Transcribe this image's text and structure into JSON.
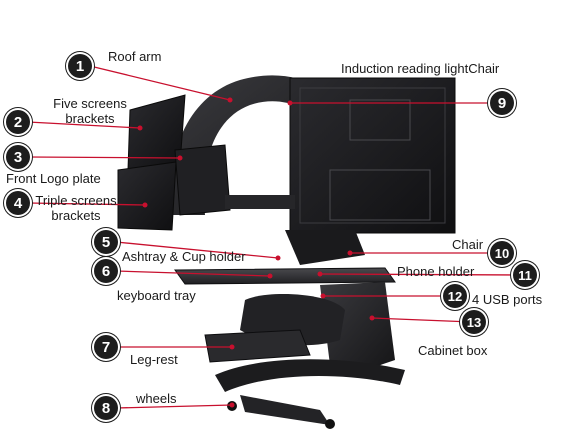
{
  "callouts": [
    {
      "num": "1",
      "label": "Roof arm"
    },
    {
      "num": "2",
      "label": "Five screens brackets",
      "lines": [
        "Five screens",
        "brackets"
      ]
    },
    {
      "num": "3",
      "label": "Front Logo plate"
    },
    {
      "num": "4",
      "label": "Triple screens brackets",
      "lines": [
        "Triple screens",
        "brackets"
      ]
    },
    {
      "num": "5",
      "label": "Ashtray & Cup holder"
    },
    {
      "num": "6",
      "label": "keyboard tray"
    },
    {
      "num": "7",
      "label": "Leg-rest"
    },
    {
      "num": "8",
      "label": "wheels"
    },
    {
      "num": "9",
      "label": "Induction reading lightChair"
    },
    {
      "num": "10",
      "label": "Chair"
    },
    {
      "num": "11",
      "label": "Phone holder"
    },
    {
      "num": "12",
      "label": "4 USB ports"
    },
    {
      "num": "13",
      "label": "Cabinet box"
    }
  ],
  "colors": {
    "badge": "#1d1d1d",
    "pointer": "#c8102e",
    "body_dark": "#1b1b1d",
    "body_mid": "#2c2c2f",
    "screen": "#141416"
  }
}
